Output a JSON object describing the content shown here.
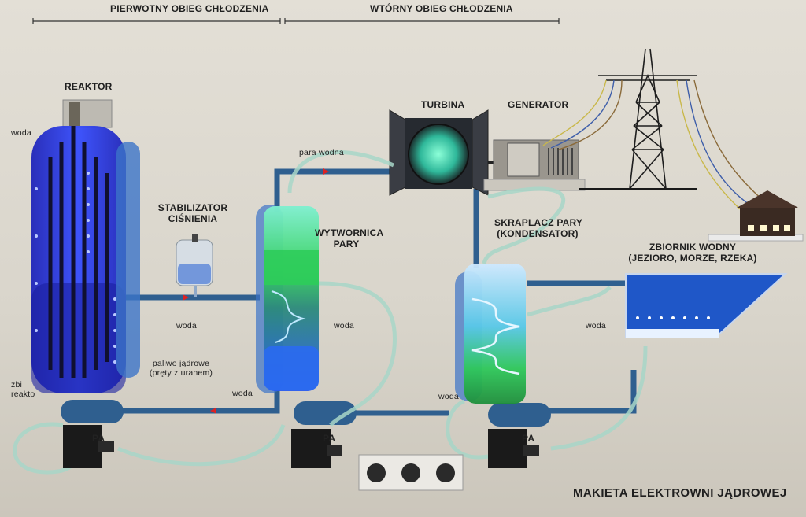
{
  "sections": {
    "primary": "PIERWOTNY OBIEG CHŁODZENIA",
    "secondary": "WTÓRNY OBIEG CHŁODZENIA"
  },
  "labels": {
    "reactor": "REAKTOR",
    "turbine": "TURBINA",
    "generator": "GENERATOR",
    "stabilizer_line1": "STABILIZATOR",
    "stabilizer_line2": "CIŚNIENIA",
    "steam_gen_line1": "WYTWORNICA",
    "steam_gen_line2": "PARY",
    "condenser_line1": "SKRAPLACZ PARY",
    "condenser_line2": "(KONDENSATOR)",
    "reservoir_line1": "ZBIORNIK WODNY",
    "reservoir_line2": "(JEZIORO, MORZE, RZEKA)",
    "fuel_line1": "paliwo jądrowe",
    "fuel_line2": "(pręty z uranem)",
    "reactor_tank_line1": "zbi",
    "reactor_tank_line2": "reakto",
    "steam_pipe": "para wodna",
    "water": "woda",
    "pump1": "PA",
    "pump2": "PA",
    "pump3": "PA",
    "title": "MAKIETA ELEKTROWNI JĄDROWEJ"
  },
  "colors": {
    "pipe": "#2f5f8f",
    "reactor_glow": "#2a3cff",
    "steam_gen_green": "#2ecc5a",
    "teal_glow": "#4de8c8",
    "reservoir": "#1f57c8"
  }
}
